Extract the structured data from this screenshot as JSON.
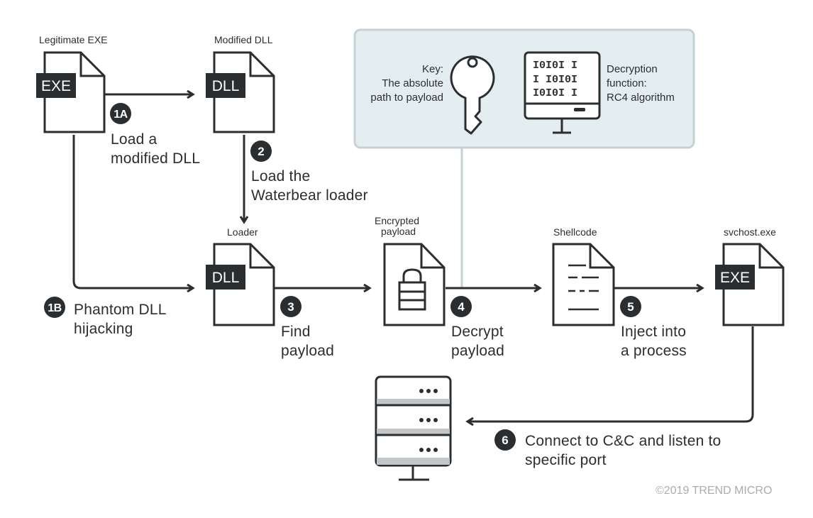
{
  "files": {
    "legit_exe": {
      "caption": "Legitimate EXE",
      "tag": "EXE"
    },
    "modified_dll": {
      "caption": "Modified DLL",
      "tag": "DLL"
    },
    "loader": {
      "caption": "Loader",
      "tag": "DLL"
    },
    "encrypted_payload": {
      "caption_line1": "Encrypted",
      "caption_line2": "payload"
    },
    "shellcode": {
      "caption": "Shellcode"
    },
    "svchost": {
      "caption": "svchost.exe",
      "tag": "EXE"
    }
  },
  "steps": {
    "s1a": {
      "badge": "1A",
      "line1": "Load a",
      "line2": "modified DLL"
    },
    "s1b": {
      "badge": "1B",
      "line1": "Phantom DLL",
      "line2": "hijacking"
    },
    "s2": {
      "badge": "2",
      "line1": "Load the",
      "line2": "Waterbear loader"
    },
    "s3": {
      "badge": "3",
      "line1": "Find",
      "line2": "payload"
    },
    "s4": {
      "badge": "4",
      "line1": "Decrypt",
      "line2": "payload"
    },
    "s5": {
      "badge": "5",
      "line1": "Inject into",
      "line2": "a process"
    },
    "s6": {
      "badge": "6",
      "line1": "Connect to C&C and listen to",
      "line2": "specific port"
    }
  },
  "key_panel": {
    "key_line1": "Key:",
    "key_line2": "The absolute",
    "key_line3": "path to payload",
    "func_line1": "Decryption",
    "func_line2": "function:",
    "func_line3": "RC4 algorithm",
    "binary_row1": "I0I0I I",
    "binary_row2": "I I0I0I",
    "binary_row3": "I0I0I I"
  },
  "copyright": "©2019 TREND MICRO",
  "colors": {
    "ink": "#2b2e31",
    "panel_fill": "#e4eef0",
    "panel_border": "#c6d1d4",
    "server_band": "#c2c6c9",
    "copyright": "#a9adb0"
  },
  "icons": [
    "exe-file-icon",
    "dll-file-icon",
    "lock-file-icon",
    "shellcode-file-icon",
    "key-icon",
    "monitor-icon",
    "server-icon"
  ]
}
